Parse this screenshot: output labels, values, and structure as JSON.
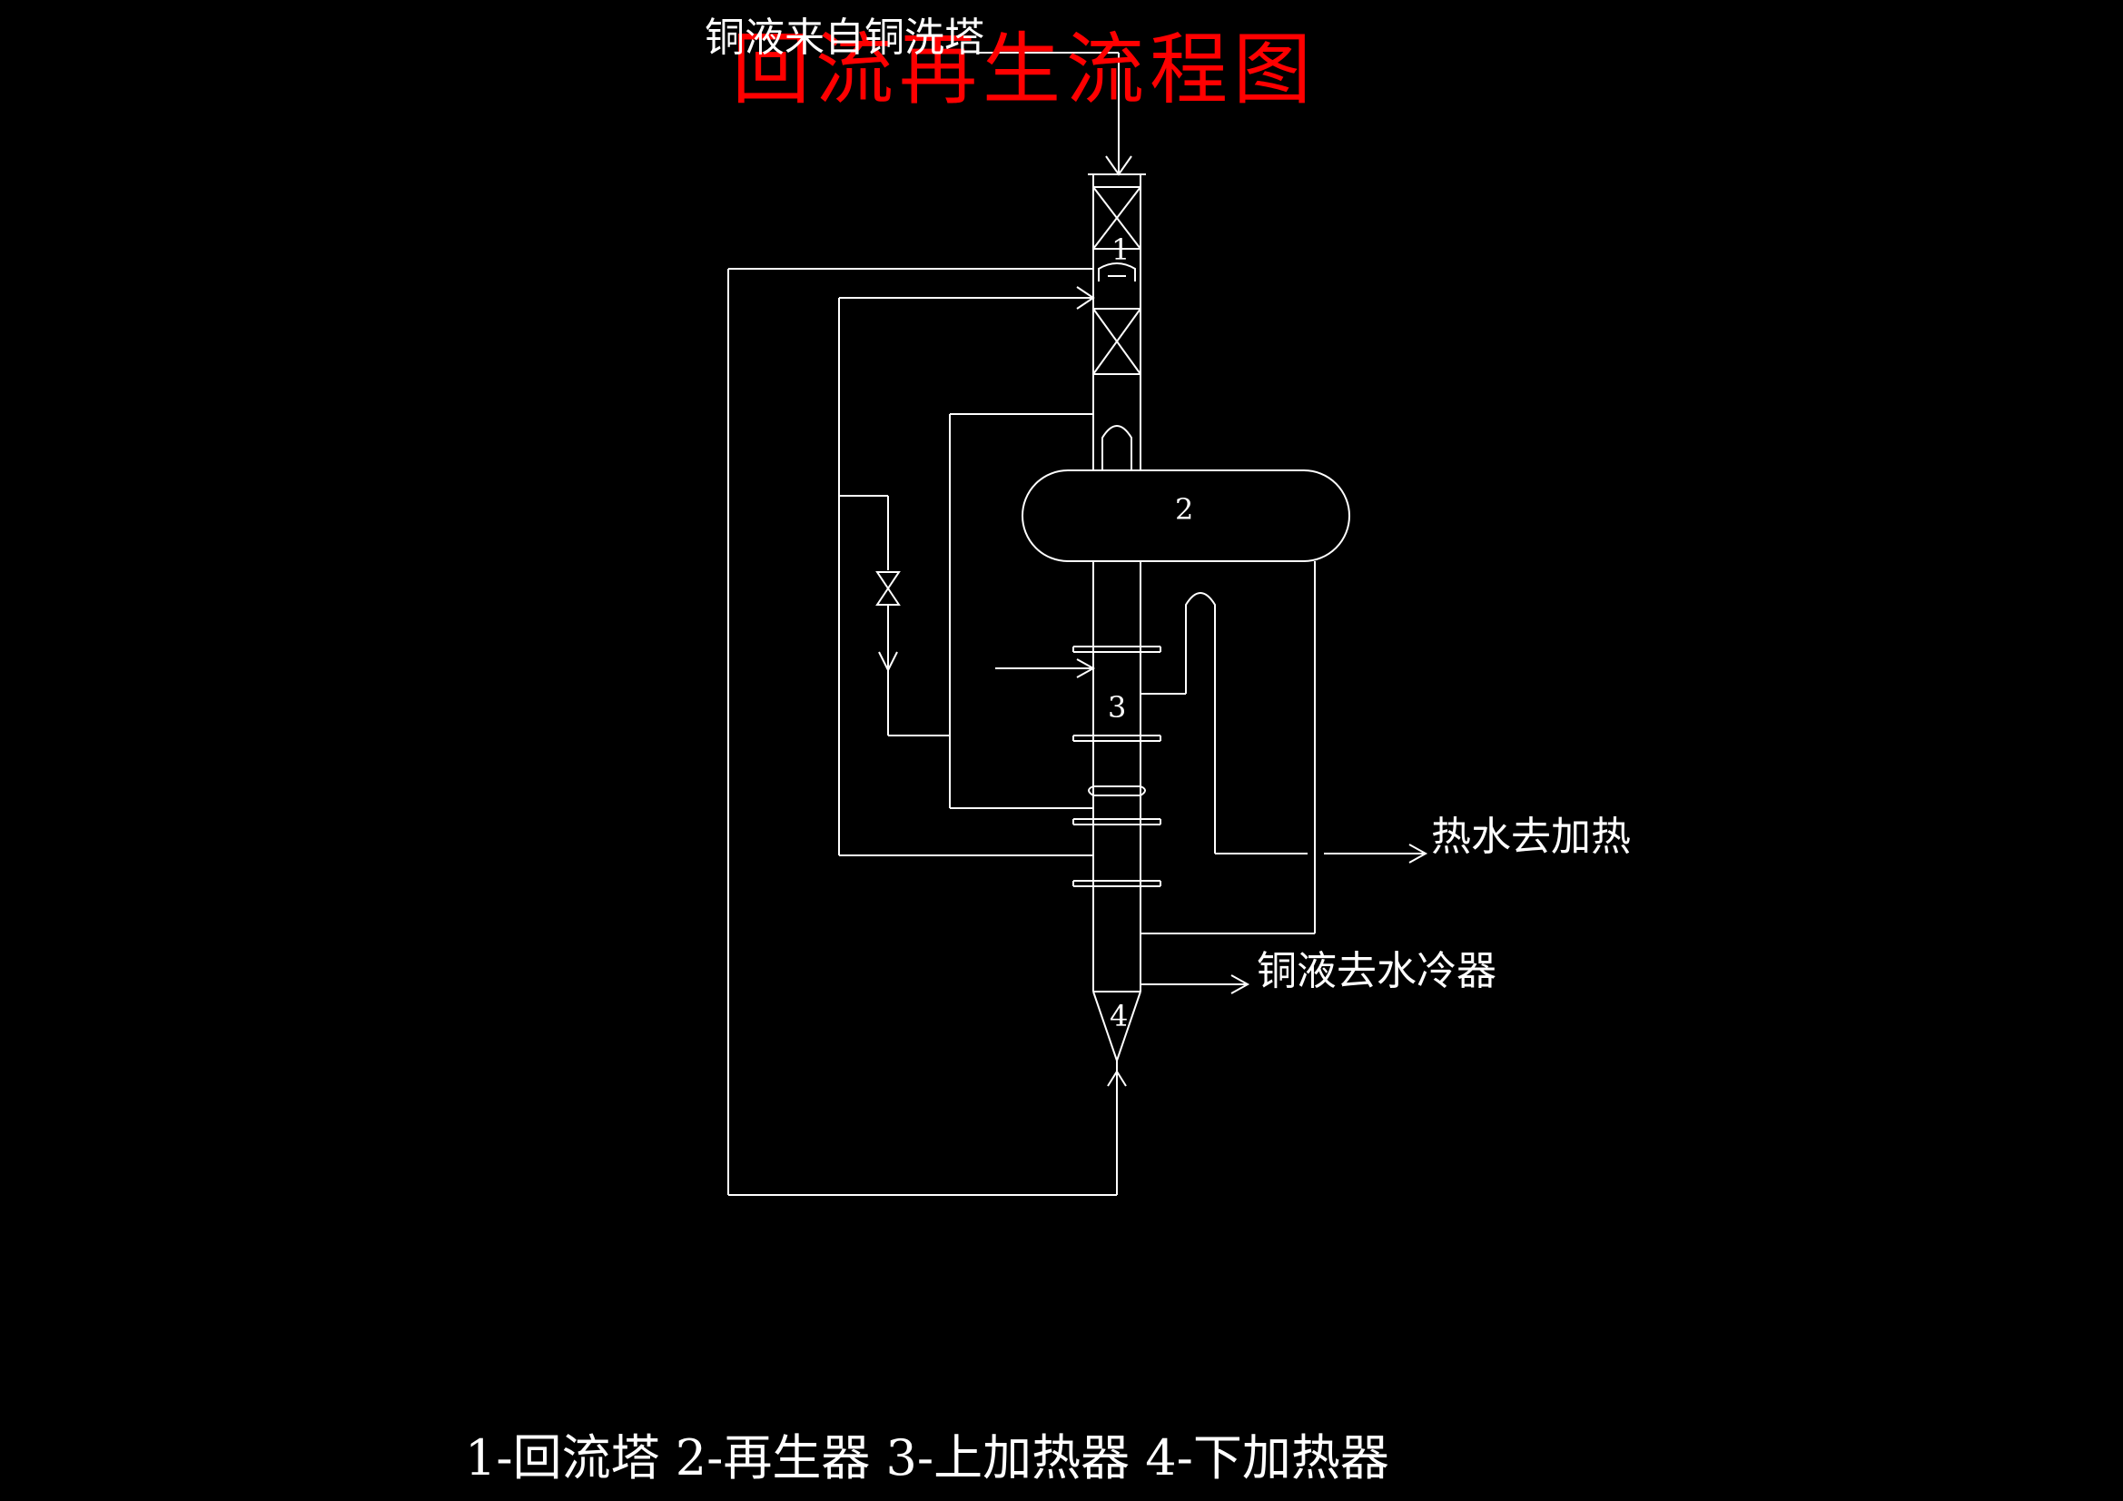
{
  "diagram": {
    "title": "回流再生流程图",
    "inlet_label": "铜液来自铜洗塔",
    "outlets": {
      "hot_water": "热水去加热",
      "copper_liquor": "铜液去水冷器"
    },
    "numbers": {
      "n1": "1",
      "n2": "2",
      "n3": "3",
      "n4": "4"
    },
    "legend": "1-回流塔 2-再生器 3-上加热器 4-下加热器"
  },
  "colors": {
    "background": "#000000",
    "line": "#ffffff",
    "title": "#ff0000"
  }
}
